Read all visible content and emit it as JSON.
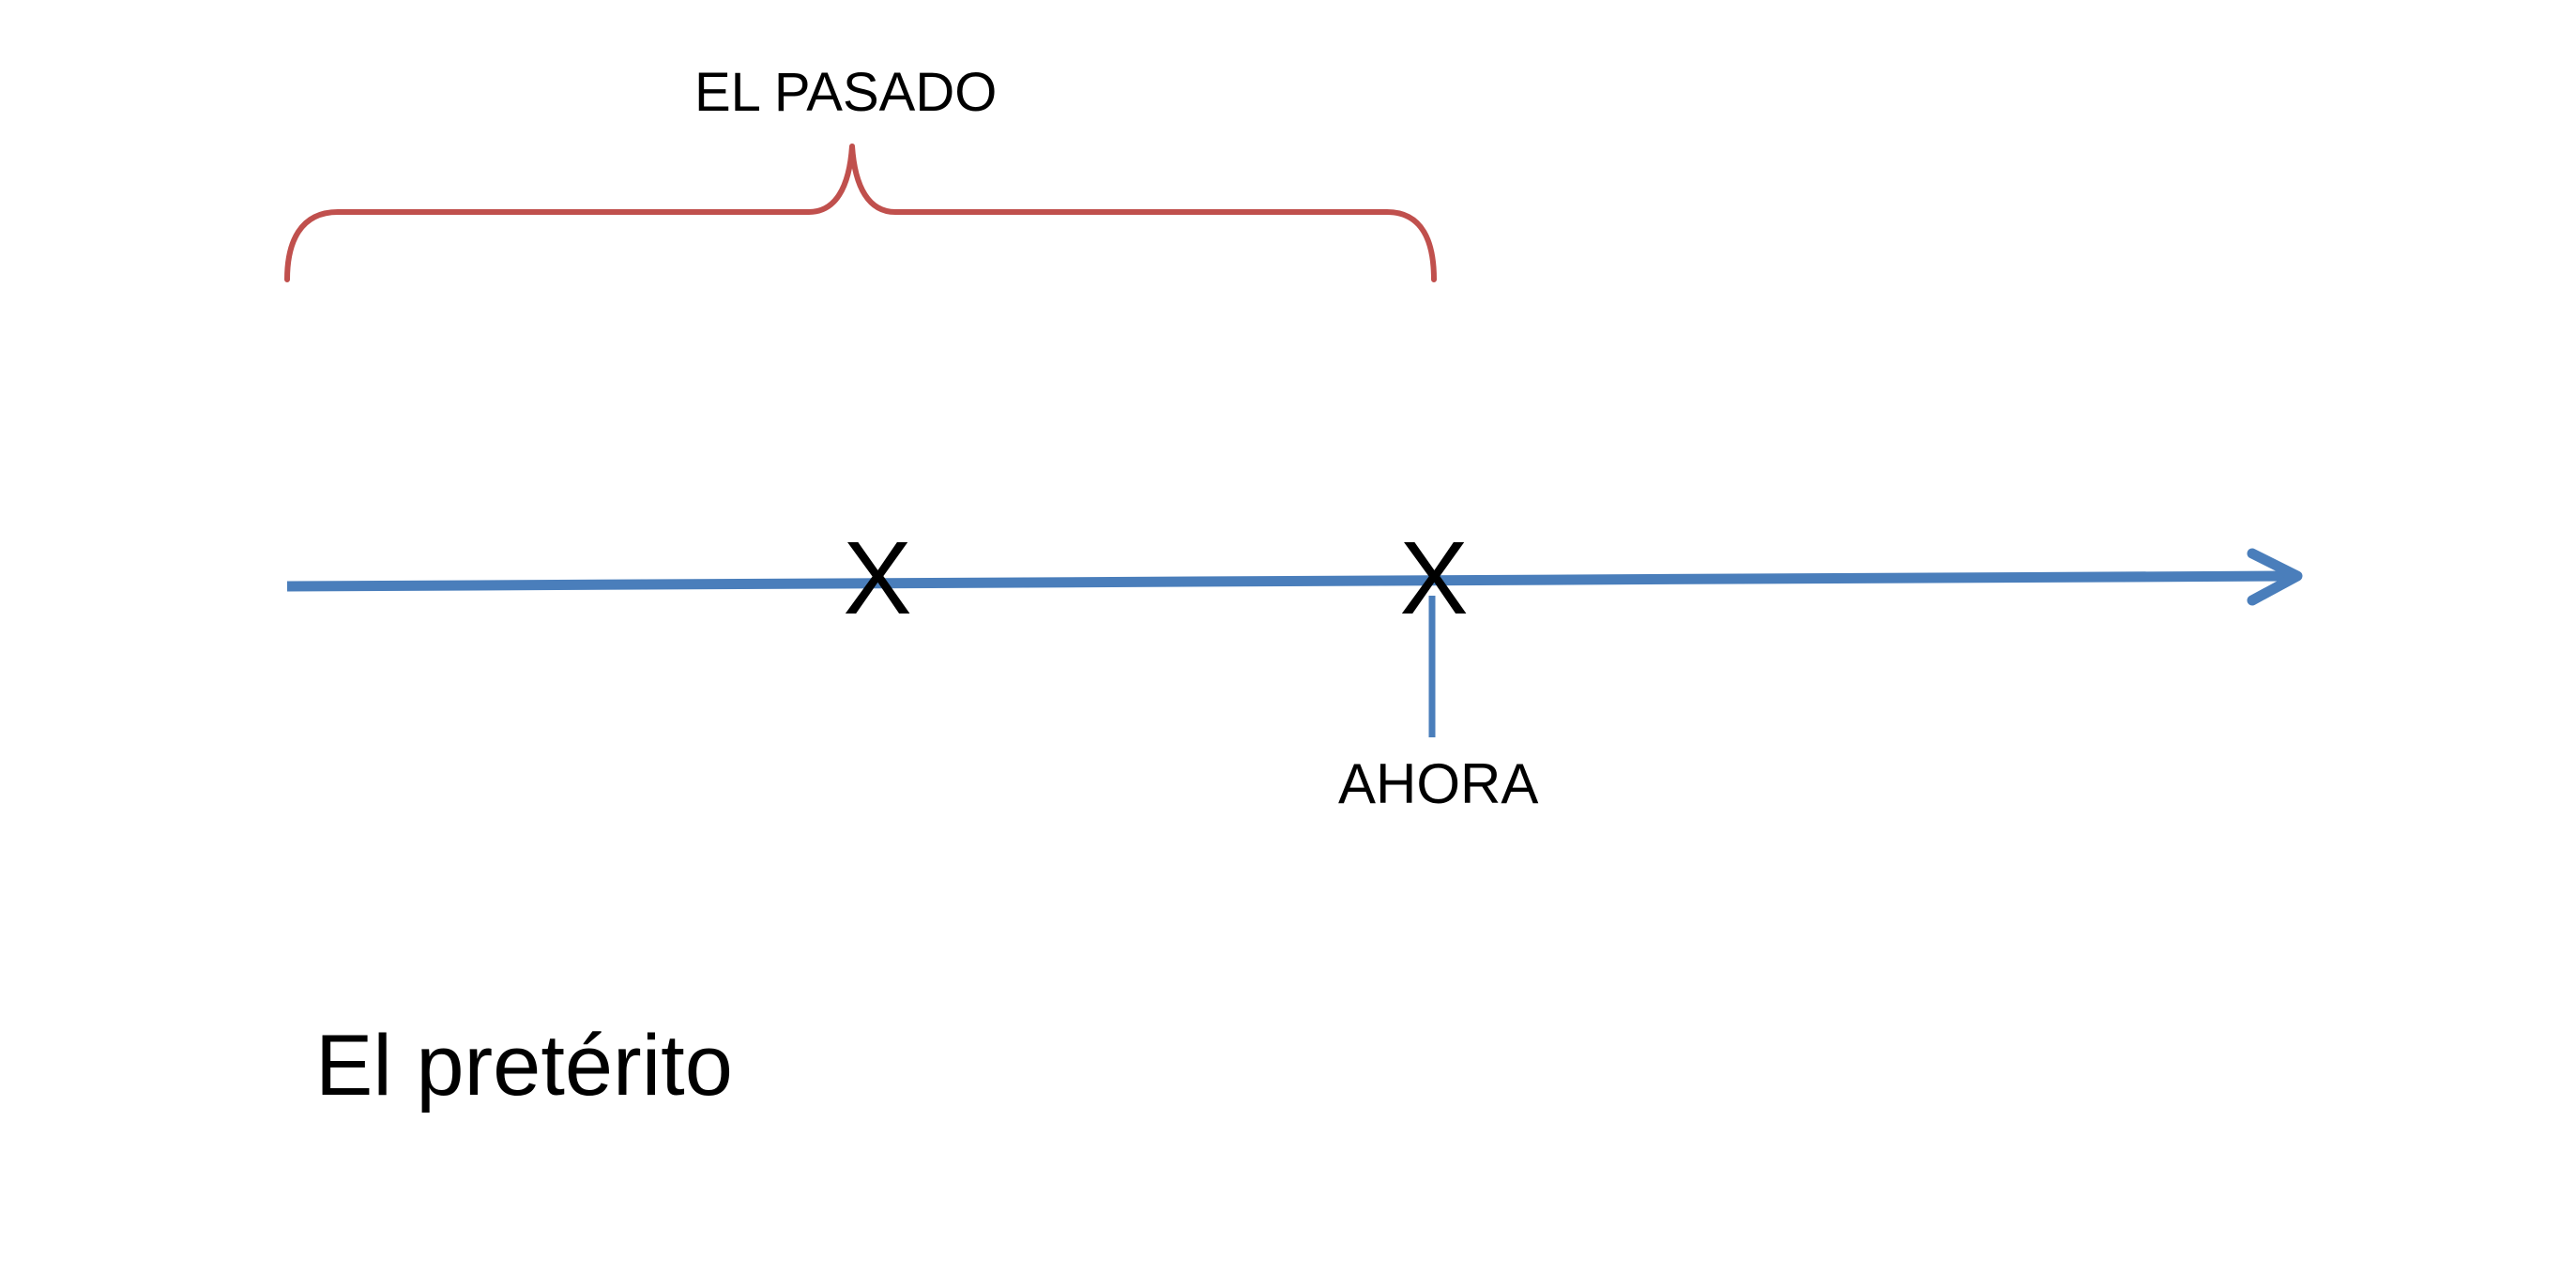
{
  "diagram": {
    "pasado_label": "EL PASADO",
    "ahora_label": "AHORA",
    "mark_symbol": "X",
    "title": "El pretérito"
  },
  "colors": {
    "timeline": "#4a7ebb",
    "brace": "#c0504d",
    "text": "#000000",
    "background": "#ffffff"
  }
}
